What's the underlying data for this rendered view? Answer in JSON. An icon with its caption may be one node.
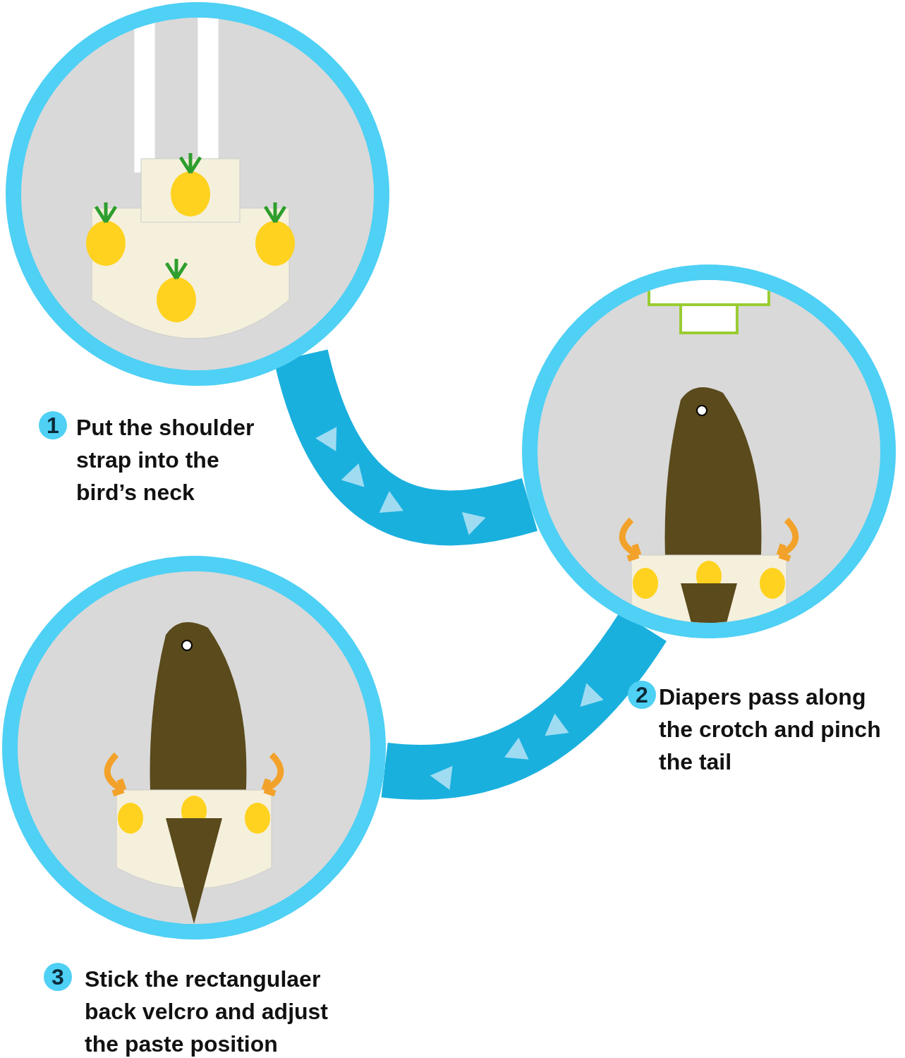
{
  "diagram": {
    "nodes": [
      {
        "text": [],
        "shape": "picture",
        "beside": [
          "1",
          "Put the shoulder strap into the bird’s neck"
        ]
      },
      {
        "text": [],
        "shape": "picture",
        "beside": [
          "2",
          "Diapers pass along the crotch and pinch the tail"
        ]
      },
      {
        "text": [],
        "shape": "picture",
        "beside": [
          "3",
          "Stick the rectangulaer back velcro and adjust the paste position"
        ]
      }
    ],
    "edges": [
      {
        "from": 0,
        "to": 1,
        "arrow": "to"
      },
      {
        "from": 1,
        "to": 2,
        "arrow": "to"
      }
    ]
  }
}
